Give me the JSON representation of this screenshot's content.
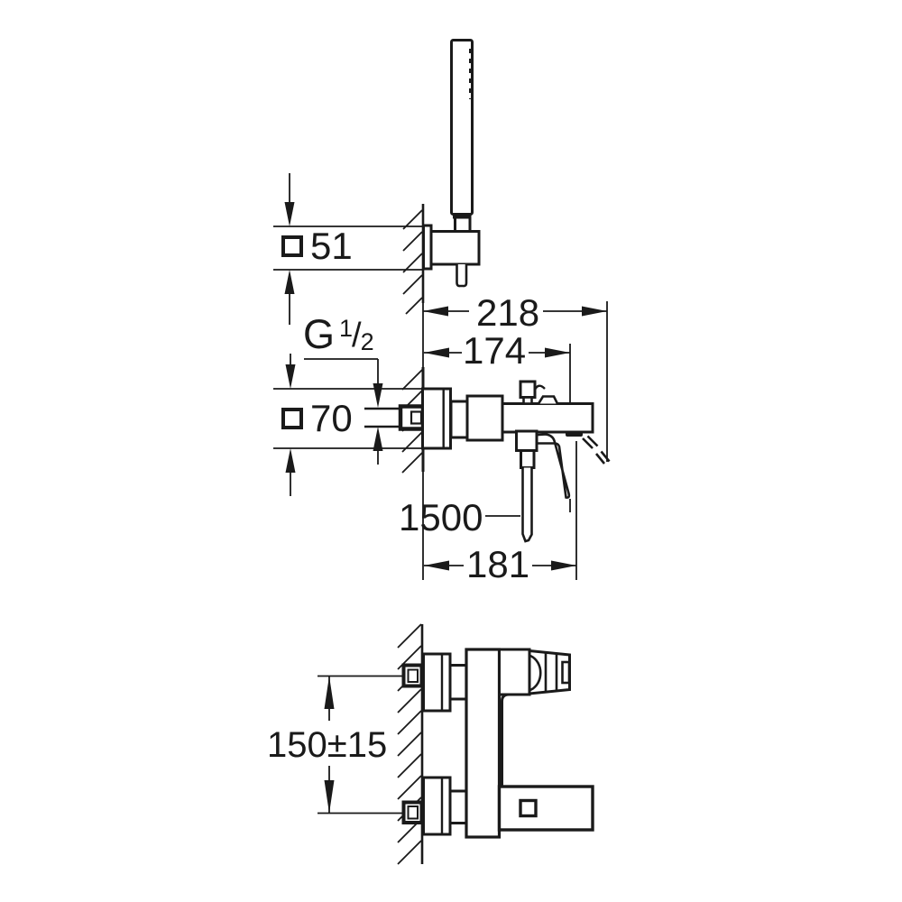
{
  "canvas": {
    "background": "#ffffff",
    "line_color": "#1a1a1a"
  },
  "dimensions": {
    "holder_square": {
      "symbol": "□",
      "value": "51"
    },
    "thread_size": {
      "letter": "G",
      "numerator": "1",
      "slash": "/",
      "denominator": "2"
    },
    "escutcheon_square": {
      "symbol": "□",
      "value": "70"
    },
    "projection_total": {
      "value": "218"
    },
    "projection_lever": {
      "value": "174"
    },
    "hose_length": {
      "value": "1500"
    },
    "projection_outlet": {
      "value": "181"
    },
    "connection_spacing": {
      "value": "150±15"
    }
  }
}
